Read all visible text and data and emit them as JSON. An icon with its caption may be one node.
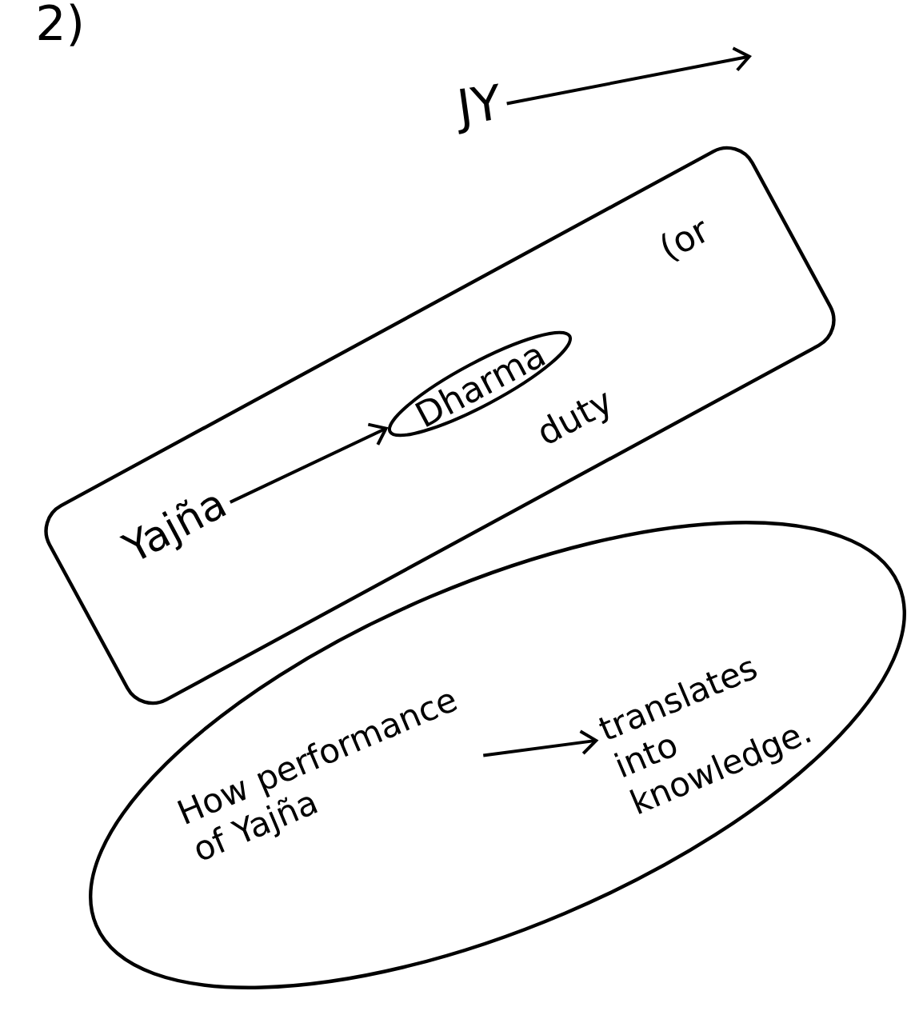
{
  "diagram": {
    "nodes": [
      {
        "text": [
          "JY"
        ]
      },
      {
        "text": [],
        "shape": "box"
      },
      {
        "text": [
          "Yajña"
        ],
        "in": 1
      },
      {
        "text": [
          "Dharma"
        ],
        "in": 1,
        "beside": [
          "(or",
          "duty"
        ]
      },
      {
        "text": [],
        "shape": "ellipse"
      },
      {
        "text": [
          "How performance of Yajña"
        ],
        "in": 4
      },
      {
        "text": [
          "translates into knowledge."
        ],
        "in": 4
      }
    ],
    "edges": [
      {
        "from": 0,
        "to": null,
        "arrow": "to"
      },
      {
        "from": 2,
        "to": 3,
        "arrow": "to"
      },
      {
        "from": 5,
        "to": 6,
        "arrow": "to"
      }
    ],
    "labels": [
      "2)"
    ]
  }
}
